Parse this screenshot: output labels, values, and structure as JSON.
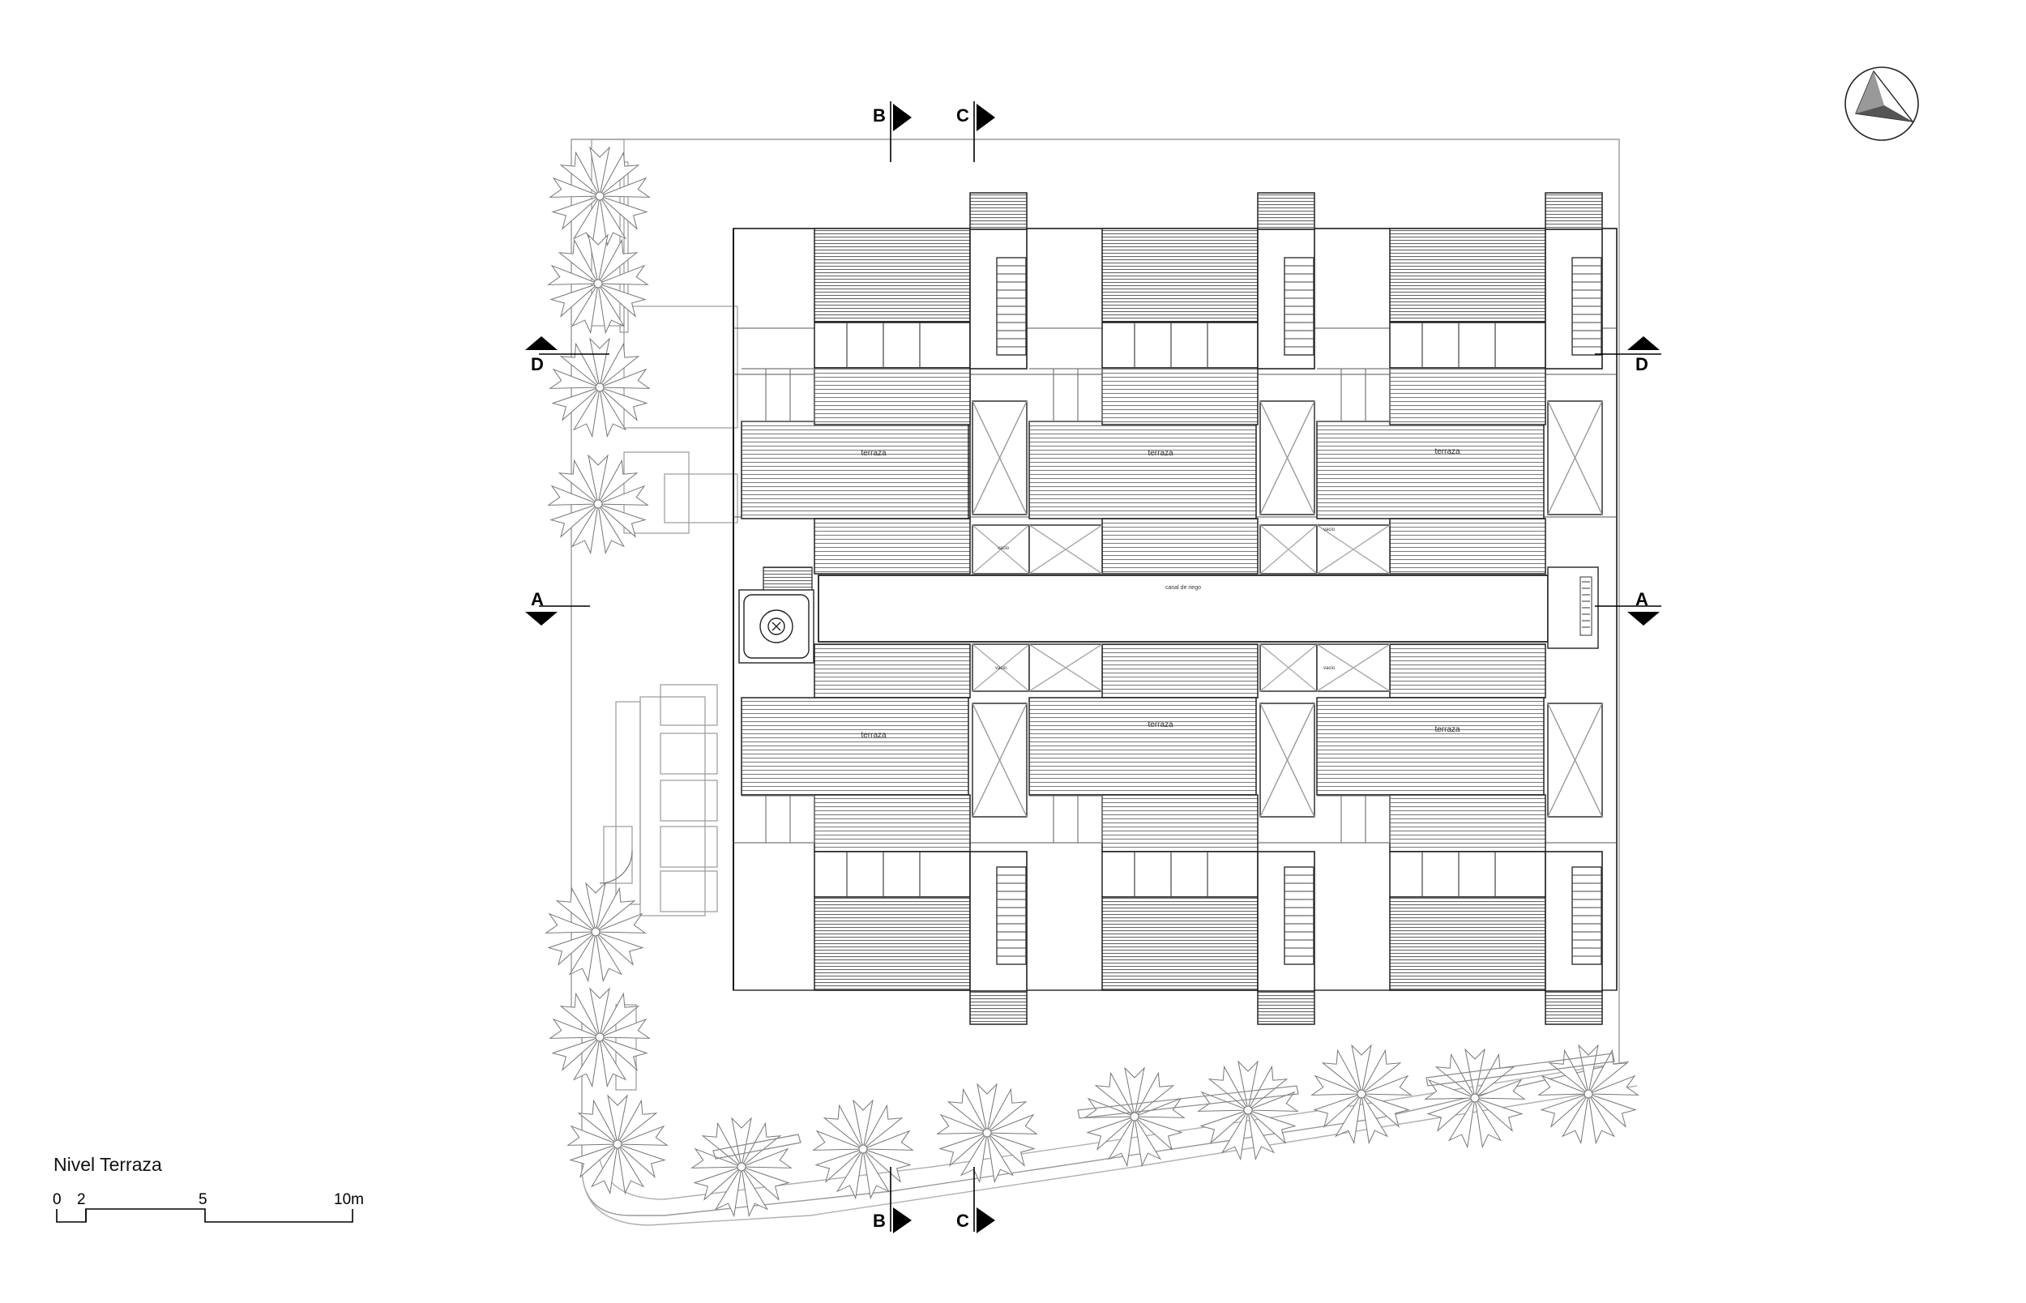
{
  "title": "Nivel Terraza",
  "scale": {
    "ticks": [
      "0",
      "2",
      "5",
      "10m"
    ]
  },
  "section_markers": {
    "b": "B",
    "c": "C",
    "d": "D",
    "a": "A"
  },
  "rooms": {
    "terrace": "terraza",
    "void": "vacio",
    "canal": "canal de riego"
  },
  "colors": {
    "line": "#1a1a1a",
    "light_line": "#8a8a8a",
    "hatch": "#777777",
    "marker": "#000000"
  },
  "icons": [
    "north-arrow-icon",
    "jacuzzi-icon",
    "palm-tree-icon",
    "door-swing-icon"
  ]
}
